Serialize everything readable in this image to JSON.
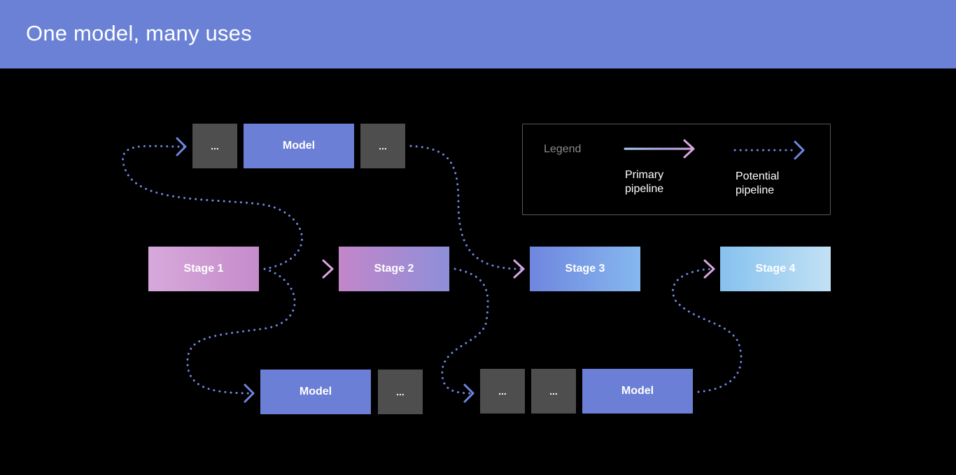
{
  "header": {
    "title": "One model, many uses"
  },
  "top_row": {
    "dots_left": "...",
    "model": "Model",
    "dots_right": "..."
  },
  "stages": [
    "Stage 1",
    "Stage 2",
    "Stage 3",
    "Stage 4"
  ],
  "bottom_left": {
    "model": "Model",
    "dots": "..."
  },
  "bottom_right": {
    "dots_1": "...",
    "dots_2": "...",
    "model": "Model"
  },
  "legend": {
    "title": "Legend",
    "primary_label": "Primary pipeline",
    "potential_label": "Potential pipeline"
  },
  "colors": {
    "header": "#6b81d6",
    "model": "#6b7fd6",
    "dots_box": "#4e4e4e",
    "dotted_line": "#6f86e0",
    "primary_arrow_start": "#a9d8f2",
    "primary_arrow_end": "#d9a6df"
  }
}
